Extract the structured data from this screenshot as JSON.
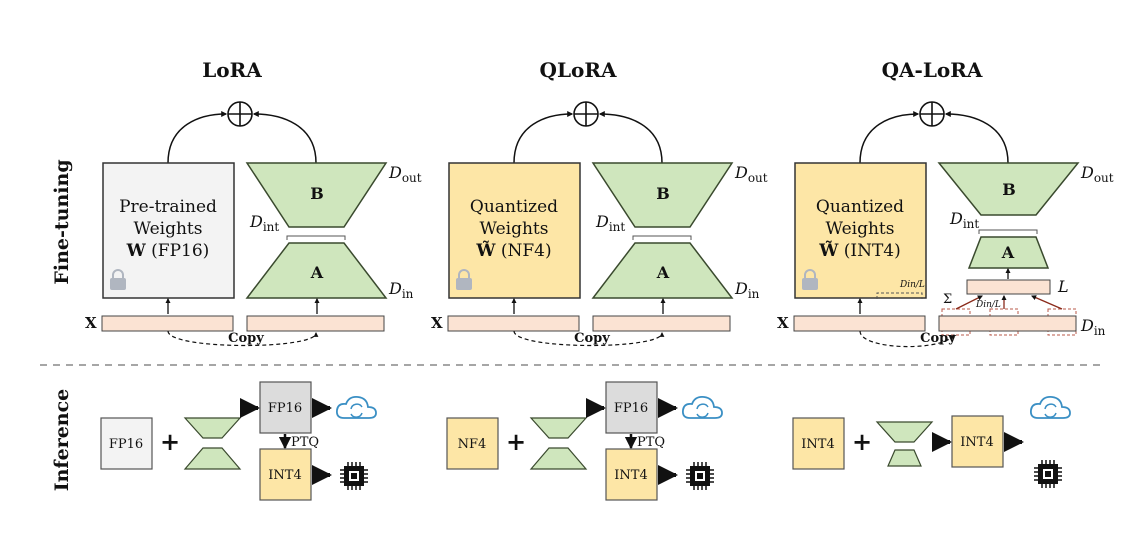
{
  "rows": {
    "top": "Fine-tuning",
    "bottom": "Inference"
  },
  "panels": [
    {
      "title": "LoRA",
      "weights_lines": [
        "Pre-trained",
        "Weights"
      ],
      "weights_sym": "W",
      "weights_fmt": "(FP16)",
      "weights_color": "#f3f3f3",
      "inf_start": "FP16",
      "inf_top": "FP16",
      "inf_bottom": "INT4",
      "ptq": "PTQ"
    },
    {
      "title": "QLoRA",
      "weights_lines": [
        "Quantized",
        "Weights"
      ],
      "weights_sym": "W̃",
      "weights_fmt": "(NF4)",
      "weights_color": "#fde6a6",
      "inf_start": "NF4",
      "inf_top": "FP16",
      "inf_bottom": "INT4",
      "ptq": "PTQ"
    },
    {
      "title": "QA-LoRA",
      "weights_lines": [
        "Quantized",
        "Weights"
      ],
      "weights_sym": "W̃",
      "weights_fmt": "(INT4)",
      "weights_color": "#fde6a6",
      "inf_start": "INT4",
      "inf_mid": "INT4"
    }
  ],
  "labels": {
    "B": "B",
    "A": "A",
    "x": "X",
    "copy": "Copy",
    "plus": "+",
    "D": "D",
    "out": "out",
    "int": "int",
    "in": "in",
    "L": "L",
    "sigma": "Σ",
    "din_over_l": "Din/L"
  },
  "colors": {
    "green": "#cfe6bd",
    "green_stroke": "#3a4a2e",
    "peach": "#fbe3d3",
    "gray_box": "#dcdcdc",
    "yellow": "#fde6a6",
    "cloud": "#3a8fc4"
  }
}
